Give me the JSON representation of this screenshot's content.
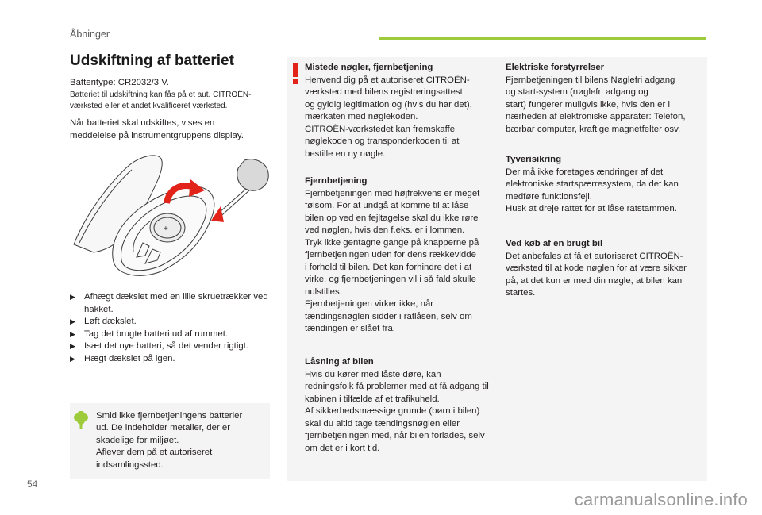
{
  "header": {
    "section": "Åbninger",
    "accent_color": "#9ecb3c"
  },
  "title": "Udskiftning af batteriet",
  "intro": {
    "battery_type": "Batteritype: CR2032/3 V.",
    "note_line1": "Batteriet til udskiftning kan fås på et aut. CITROËN-",
    "note_line2": "værksted eller et andet kvalificeret værksted.",
    "when_line1": "Når batteriet skal udskiftes, vises en",
    "when_line2": "meddelelse på instrumentgruppens display."
  },
  "steps": [
    "Afhægt dækslet med en lille skruetrækker ved hakket.",
    "Løft dækslet.",
    "Tag det brugte batteri ud af rummet.",
    "Isæt det nye batteri, så det vender rigtigt.",
    "Hægt dækslet på igen."
  ],
  "eco_note": {
    "line1": "Smid ikke fjernbetjeningens batterier",
    "line2": "ud. De indeholder metaller, der er",
    "line3": "skadelige for miljøet.",
    "line4": "Aflever dem på et autoriseret",
    "line5": "indsamlingssted."
  },
  "column2": {
    "lost_keys": {
      "heading": "Mistede nøgler, fjernbetjening",
      "lines": [
        "Henvend dig på et autoriseret CITROËN-",
        "værksted med bilens registreringsattest",
        "og gyldig legitimation og (hvis du har det),",
        "mærkaten med nøglekoden.",
        "CITROËN-værkstedet kan fremskaffe",
        "nøglekoden og transponderkoden til at",
        "bestille en ny nøgle."
      ]
    },
    "remote": {
      "heading": "Fjernbetjening",
      "lines": [
        "Fjernbetjeningen med højfrekvens er meget",
        "følsom. For at undgå at komme til at låse",
        "bilen op ved en fejltagelse skal du ikke røre",
        "ved nøglen, hvis den f.eks. er i lommen.",
        "Tryk ikke gentagne gange på knapperne på",
        "fjernbetjeningen uden for dens rækkevidde",
        "i forhold til bilen. Det kan forhindre det i at",
        "virke, og fjernbetjeningen vil i så fald skulle",
        "nulstilles.",
        "Fjernbetjeningen virker ikke, når",
        "tændingsnøglen sidder i ratlåsen, selv om",
        "tændingen er slået fra."
      ]
    },
    "locking": {
      "heading": "Låsning af bilen",
      "lines": [
        "Hvis du kører med låste døre, kan",
        "redningsfolk få problemer med at få adgang til",
        "kabinen i tilfælde af et trafikuheld.",
        "Af sikkerhedsmæssige grunde (børn i bilen)",
        "skal du altid tage tændingsnøglen eller",
        "fjernbetjeningen med, når bilen forlades, selv",
        "om det er i kort tid."
      ]
    }
  },
  "column3": {
    "interference": {
      "heading": "Elektriske forstyrrelser",
      "lines": [
        "Fjernbetjeningen til bilens Nøglefri adgang",
        "og start-system (nøglefri adgang og",
        "start) fungerer muligvis ikke, hvis den er i",
        "nærheden af elektroniske apparater: Telefon,",
        "bærbar computer, kraftige magnetfelter osv."
      ]
    },
    "theft": {
      "heading": "Tyverisikring",
      "lines": [
        "Der må ikke foretages ændringer af det",
        "elektroniske startspærresystem, da det kan",
        "medføre funktionsfejl.",
        "Husk at dreje rattet for at låse ratstammen."
      ]
    },
    "used_car": {
      "heading": "Ved køb af en brugt bil",
      "lines": [
        "Det anbefales at få et autoriseret CITROËN-",
        "værksted til at kode nøglen for at være sikker",
        "på, at det kun er med din nøgle, at bilen kan",
        "startes."
      ]
    }
  },
  "footer": {
    "page_number": "54",
    "watermark": "carmanualsonline.info"
  },
  "colors": {
    "warning_red": "#e2231a",
    "eco_green": "#9ecb3c",
    "panel_gray": "#f4f4f4"
  },
  "icons": {
    "step_marker": "arrow-right-icon",
    "warning": "exclamation-icon",
    "eco": "tree-icon"
  }
}
